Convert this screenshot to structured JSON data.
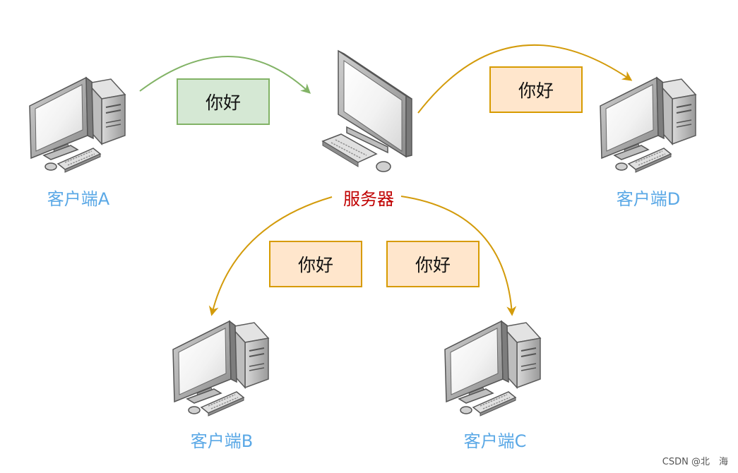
{
  "nodes": {
    "client_a": {
      "label": "客户端A"
    },
    "server": {
      "label": "服务器"
    },
    "client_d": {
      "label": "客户端D"
    },
    "client_b": {
      "label": "客户端B"
    },
    "client_c": {
      "label": "客户端C"
    }
  },
  "messages": {
    "a_to_server": "你好",
    "server_to_d": "你好",
    "server_to_b": "你好",
    "server_to_c": "你好"
  },
  "colors": {
    "client_label": "#5aa8e6",
    "server_label": "#c00000",
    "green_arrow": "#82b366",
    "orange_arrow": "#d39b0b"
  },
  "watermark": "CSDN @北　海"
}
